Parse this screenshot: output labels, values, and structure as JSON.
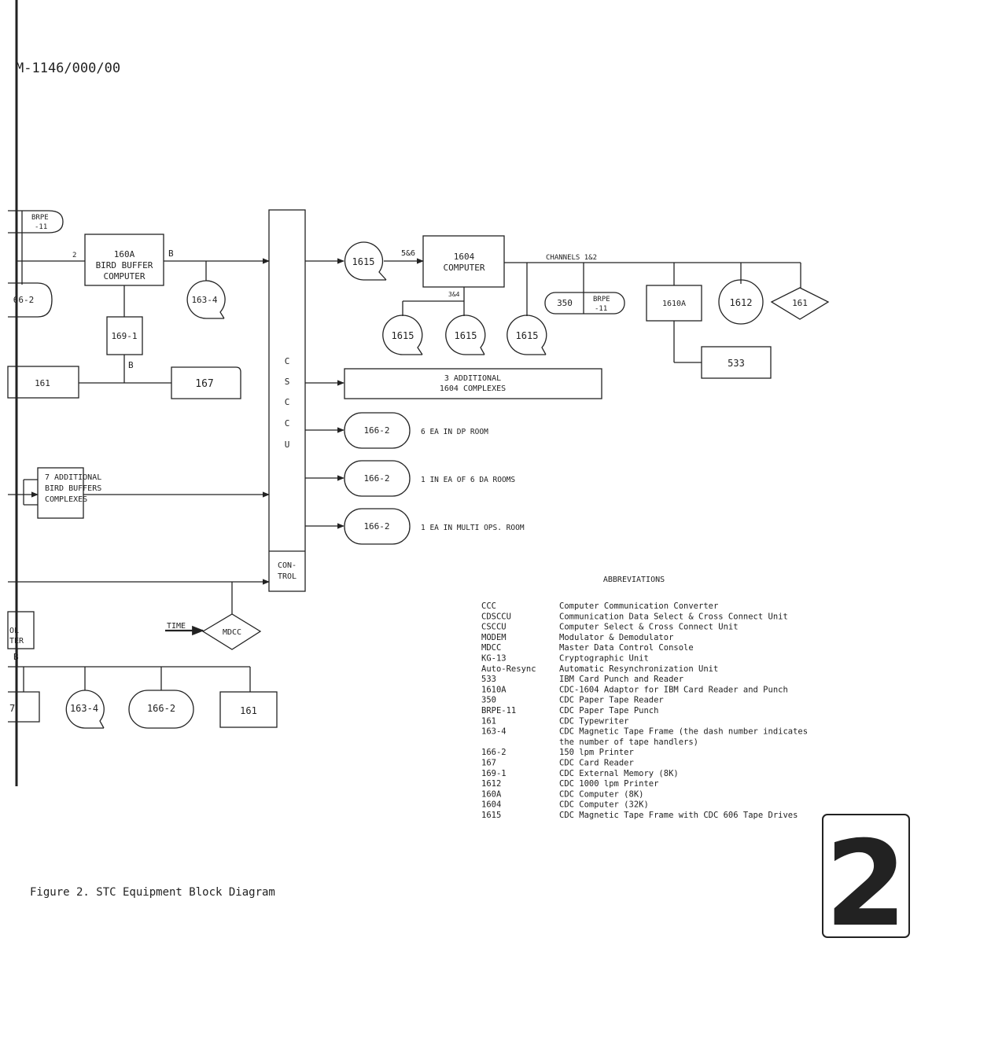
{
  "doc_number": "M-1146/000/00",
  "caption": "Figure 2.  STC Equipment Block Diagram",
  "page_marker": "2",
  "blocks": {
    "brpe_top": [
      "BRPE",
      "-11"
    ],
    "brpe_right": [
      "BRPE",
      "-11"
    ],
    "computer_160a": [
      "160A",
      "BIRD BUFFER",
      "COMPUTER"
    ],
    "tape_163_4_top": "163-4",
    "tape_166_2_left": "66-2",
    "memory_169_1": "169-1",
    "typewriter_161_left": "161",
    "reader_167_top": "167",
    "additional_bird_buffers": [
      "7 ADDITIONAL",
      "BIRD BUFFERS",
      "COMPLEXES"
    ],
    "cscu_letters": [
      "C",
      "S",
      "C",
      "C",
      "U"
    ],
    "control": [
      "CON-",
      "TROL"
    ],
    "tape_1615_main": "1615",
    "computer_1604": [
      "1604",
      "COMPUTER"
    ],
    "tape_1615_a": "1615",
    "tape_1615_b": "1615",
    "tape_1615_c": "1615",
    "reader_350": "350",
    "adaptor_1610a": "1610A",
    "printer_1612": "1612",
    "typewriter_161_right": "161",
    "reader_punch_533": "533",
    "additional_1604": [
      "3 ADDITIONAL",
      "1604 COMPLEXES"
    ],
    "printer_166_2_a": "166-2",
    "printer_166_2_b": "166-2",
    "printer_166_2_c": "166-2",
    "control_computer_partial": [
      "OL",
      "TER"
    ],
    "mdcc": "MDCC",
    "reader_167_bottom": "7",
    "tape_163_4_bottom": "163-4",
    "printer_166_2_bottom": "166-2",
    "typewriter_161_bottom": "161"
  },
  "labels": {
    "line_b_160a": "B",
    "line_b_169": "B",
    "line_b_bottom": "B",
    "line_side_2": "2",
    "link_5_6": "5&6",
    "channels": "CHANNELS 1&2",
    "link_3_4": "3&4",
    "time": "TIME",
    "dp_room": "6 EA IN DP ROOM",
    "da_rooms": "1 IN EA OF 6 DA ROOMS",
    "multi_ops": "1 EA IN MULTI OPS. ROOM"
  },
  "abbreviations": {
    "title": "ABBREVIATIONS",
    "items": [
      {
        "code": "CCC",
        "meaning": "Computer Communication Converter"
      },
      {
        "code": "CDSCCU",
        "meaning": "Communication Data Select & Cross Connect Unit"
      },
      {
        "code": "CSCCU",
        "meaning": "Computer Select & Cross Connect Unit"
      },
      {
        "code": "MODEM",
        "meaning": "Modulator & Demodulator"
      },
      {
        "code": "MDCC",
        "meaning": "Master Data Control Console"
      },
      {
        "code": "KG-13",
        "meaning": "Cryptographic Unit"
      },
      {
        "code": "Auto-Resync",
        "meaning": "Automatic Resynchronization Unit"
      },
      {
        "code": "533",
        "meaning": "IBM Card Punch and Reader"
      },
      {
        "code": "1610A",
        "meaning": "CDC-1604 Adaptor for IBM Card Reader and Punch"
      },
      {
        "code": "350",
        "meaning": "CDC Paper Tape Reader"
      },
      {
        "code": "BRPE-11",
        "meaning": "CDC Paper Tape Punch"
      },
      {
        "code": "161",
        "meaning": "CDC Typewriter"
      },
      {
        "code": "163-4",
        "meaning": "CDC Magnetic Tape Frame (the dash number indicates"
      },
      {
        "code": "",
        "meaning": "the number of tape handlers)"
      },
      {
        "code": "166-2",
        "meaning": "150 lpm Printer"
      },
      {
        "code": "167",
        "meaning": "CDC Card Reader"
      },
      {
        "code": "169-1",
        "meaning": "CDC External Memory (8K)"
      },
      {
        "code": "1612",
        "meaning": "CDC 1000 lpm Printer"
      },
      {
        "code": "160A",
        "meaning": "CDC Computer (8K)"
      },
      {
        "code": "1604",
        "meaning": "CDC Computer (32K)"
      },
      {
        "code": "1615",
        "meaning": "CDC Magnetic Tape Frame with CDC 606 Tape Drives"
      }
    ]
  }
}
